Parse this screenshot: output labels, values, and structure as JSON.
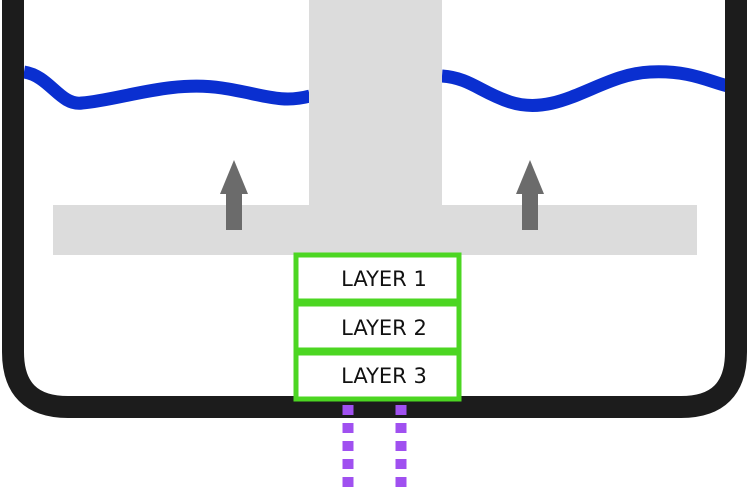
{
  "diagram": {
    "layers": [
      {
        "label": "LAYER 1"
      },
      {
        "label": "LAYER 2"
      },
      {
        "label": "LAYER 3"
      }
    ],
    "arrow_direction": "up",
    "colors": {
      "vat": "#1c1c1c",
      "liquid": "#0a2fd0",
      "platform": "#dcdcdc",
      "arrow": "#6b6b6b",
      "layer_border": "#4cd622",
      "light_beam": "#a050f0"
    }
  }
}
